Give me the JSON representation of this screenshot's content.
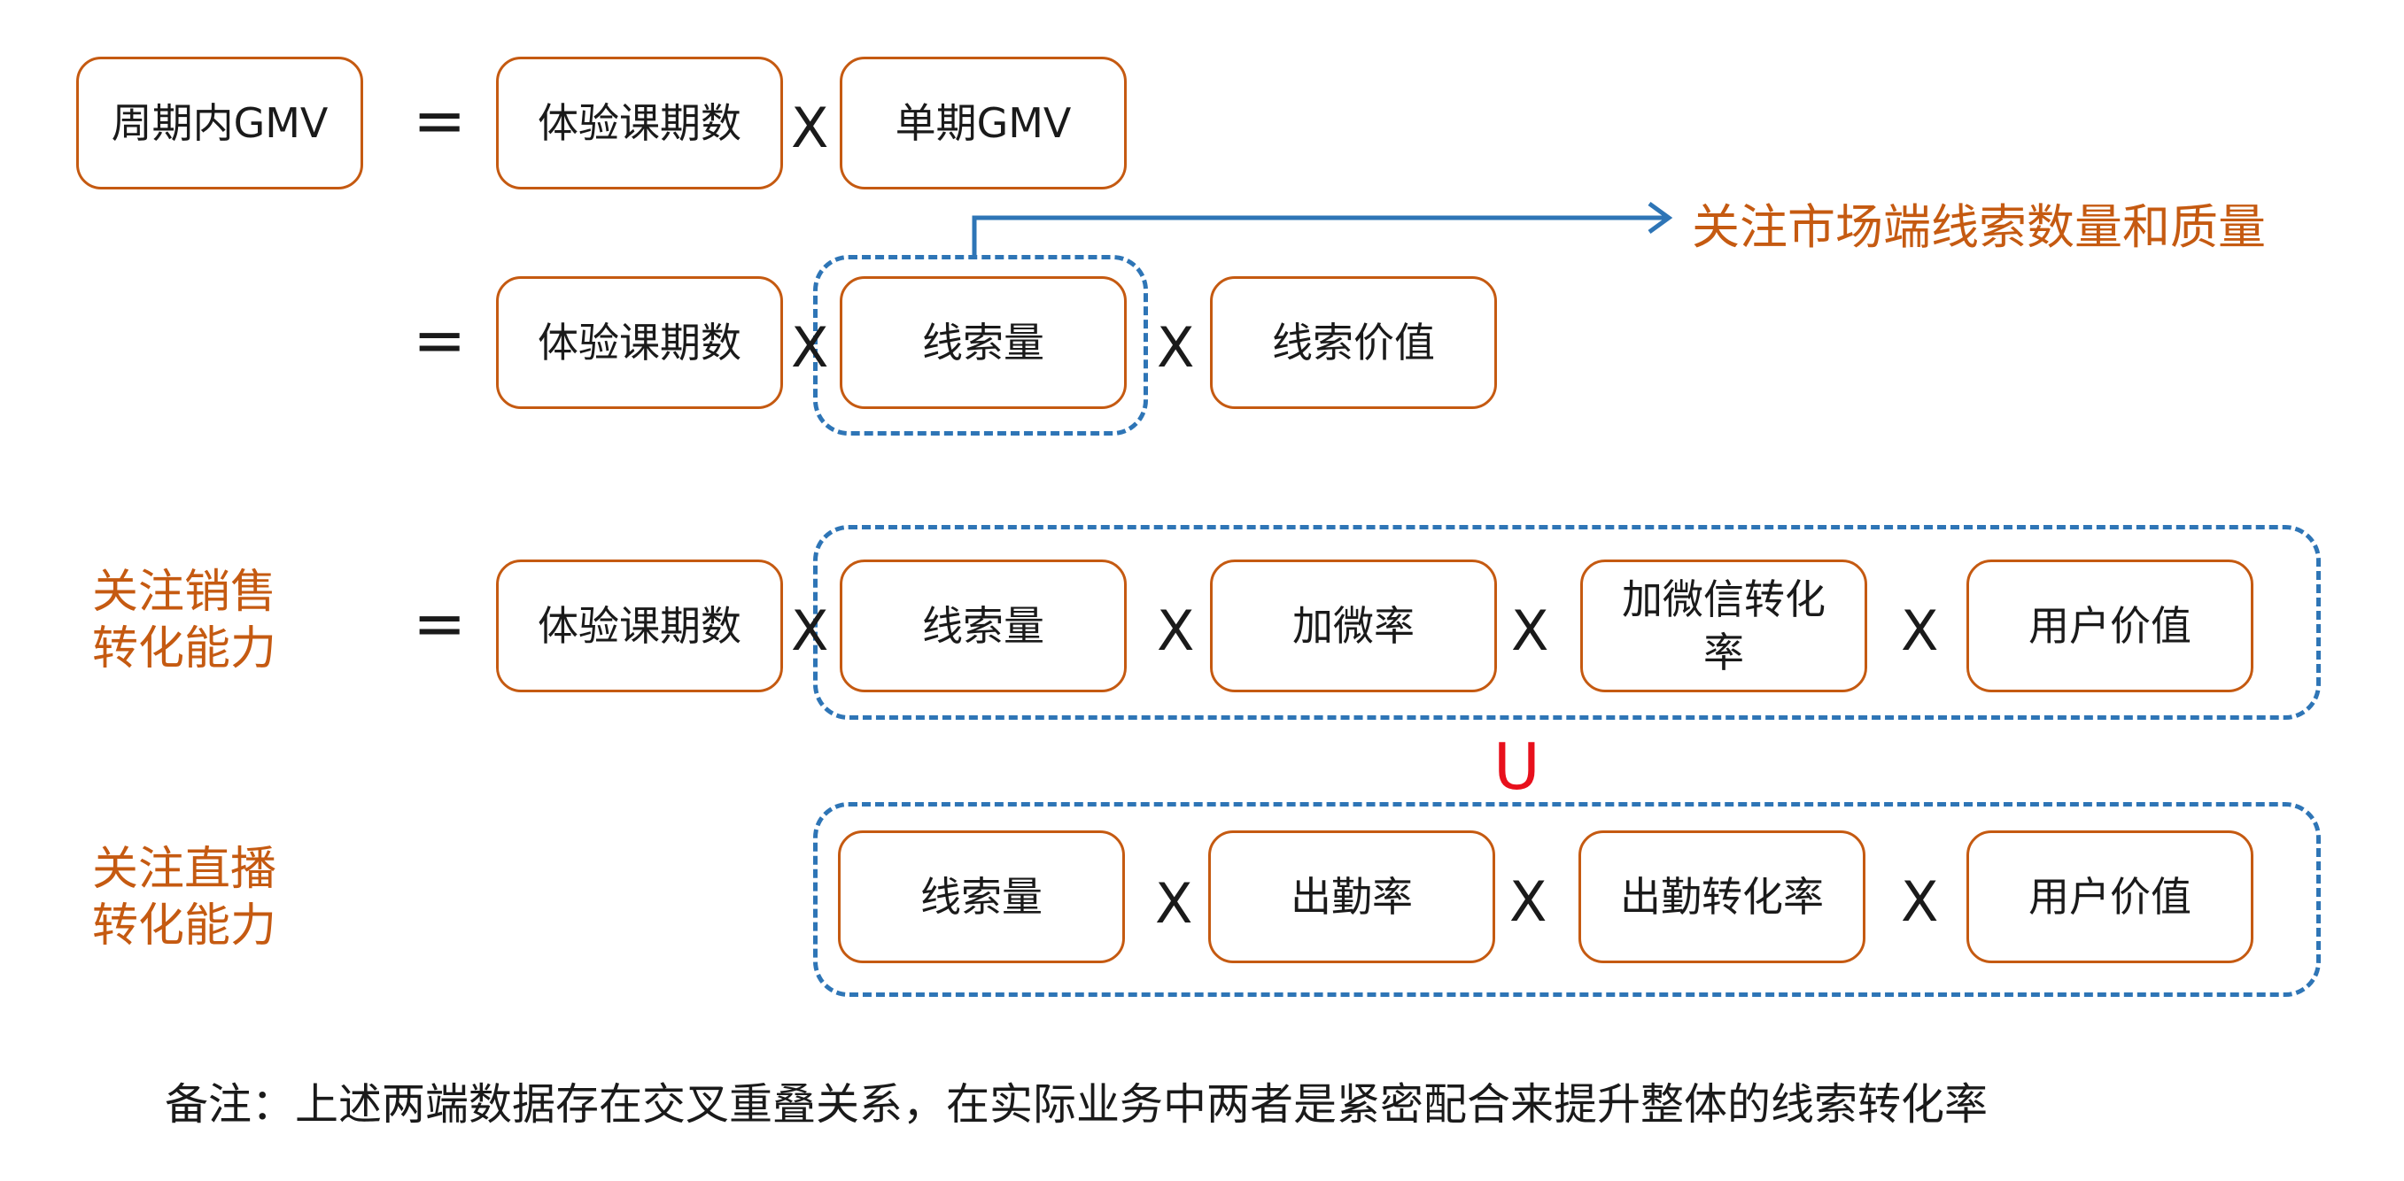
{
  "colors": {
    "box_border": "#C55A11",
    "dashed": "#2E75B6",
    "label": "#C55A11",
    "union": "#E8101C"
  },
  "row1": {
    "gmv": "周期内GMV",
    "eq": "=",
    "periods": "体验课期数",
    "times": "X",
    "single_gmv": "单期GMV"
  },
  "row2": {
    "eq": "=",
    "periods": "体验课期数",
    "times1": "X",
    "leads": "线索量",
    "times2": "X",
    "lead_value": "线索价值",
    "focus_label": "关注市场端线索数量和质量"
  },
  "row3": {
    "label": "关注销售\n转化能力",
    "eq": "=",
    "periods": "体验课期数",
    "times0": "X",
    "items": [
      "线索量",
      "加微率",
      "加微信转化\n率",
      "用户价值"
    ],
    "times": [
      "X",
      "X",
      "X"
    ]
  },
  "union": "U",
  "row4": {
    "label": "关注直播\n转化能力",
    "items": [
      "线索量",
      "出勤率",
      "出勤转化率",
      "用户价值"
    ],
    "times": [
      "X",
      "X",
      "X"
    ]
  },
  "note": "备注：上述两端数据存在交叉重叠关系，在实际业务中两者是紧密配合来提升整体的线索转化率"
}
